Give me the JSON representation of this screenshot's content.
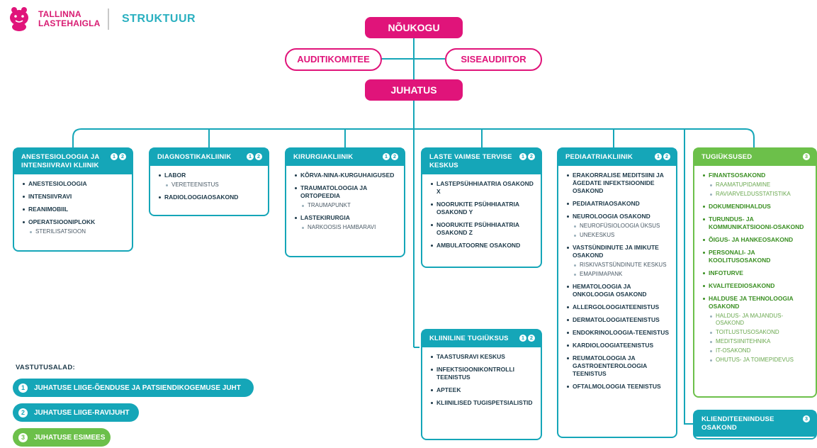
{
  "header": {
    "logo_line1": "TALLINNA",
    "logo_line2": "LASTEHAIGLA",
    "title": "STRUKTUUR"
  },
  "colors": {
    "magenta": "#e0147a",
    "teal": "#15a6b8",
    "green": "#6cc04a",
    "dark_text": "#1e3a4a"
  },
  "top": {
    "board": "NÕUKOGU",
    "audit_committee": "AUDITIKOMITEE",
    "internal_auditor": "SISEAUDIITOR",
    "management": "JUHATUS"
  },
  "clinics": [
    {
      "title": "ANESTESIOLOOGIA JA INTENSIIVRAVI KLIINIK",
      "badges": [
        "1",
        "2"
      ],
      "items": [
        {
          "label": "ANESTESIOLOOGIA",
          "subs": []
        },
        {
          "label": "INTENSIIVRAVI",
          "subs": []
        },
        {
          "label": "REANIMOBIIL",
          "subs": []
        },
        {
          "label": "OPERATSIOONIPLOKK",
          "subs": [
            "STERILISATSIOON"
          ]
        }
      ]
    },
    {
      "title": "DIAGNOSTIKAKLIINIK",
      "badges": [
        "1",
        "2"
      ],
      "items": [
        {
          "label": "LABOR",
          "subs": [
            "VERETEENISTUS"
          ]
        },
        {
          "label": "RADIOLOOGIAOSAKOND",
          "subs": []
        }
      ]
    },
    {
      "title": "KIRURGIAKLIINIK",
      "badges": [
        "1",
        "2"
      ],
      "items": [
        {
          "label": "KÕRVA-NINA-KURGUHAIGUSED",
          "subs": []
        },
        {
          "label": "TRAUMATOLOOGIA JA ORTOPEEDIA",
          "subs": [
            "TRAUMAPUNKT"
          ]
        },
        {
          "label": "LASTEKIRURGIA",
          "subs": [
            "NARKOOSIS HAMBARAVI"
          ]
        }
      ]
    },
    {
      "title": "LASTE VAIMSE TERVISE KESKUS",
      "badges": [
        "1",
        "2"
      ],
      "items": [
        {
          "label": "LASTEPSÜHHIAATRIA OSAKOND X",
          "subs": []
        },
        {
          "label": "NOORUKITE PSÜHHIAATRIA OSAKOND Y",
          "subs": []
        },
        {
          "label": "NOORUKITE PSÜHHIAATRIA OSAKOND Z",
          "subs": []
        },
        {
          "label": "AMBULATOORNE OSAKOND",
          "subs": []
        }
      ]
    },
    {
      "title": "KLIINILINE TUGIÜKSUS",
      "badges": [
        "1",
        "2"
      ],
      "items": [
        {
          "label": "TAASTUSRAVI KESKUS",
          "subs": []
        },
        {
          "label": "INFEKTSIOONIKONTROLLI TEENISTUS",
          "subs": []
        },
        {
          "label": "APTEEK",
          "subs": []
        },
        {
          "label": "KLIINILISED TUGISPETSIALISTID",
          "subs": []
        }
      ]
    },
    {
      "title": "PEDIAATRIAKLIINIK",
      "badges": [
        "1",
        "2"
      ],
      "items": [
        {
          "label": "ERAKORRALISE MEDITSIINI JA ÄGEDATE INFEKTSIOONIDE OSAKOND",
          "subs": []
        },
        {
          "label": "PEDIAATRIAOSAKOND",
          "subs": []
        },
        {
          "label": "NEUROLOOGIA OSAKOND",
          "subs": [
            "NEUROFÜSIOLOOGIA ÜKSUS",
            "UNEKESKUS"
          ]
        },
        {
          "label": "VASTSÜNDINUTE JA IMIKUTE OSAKOND",
          "subs": [
            "RISKIVASTSÜNDINUTE KESKUS",
            "EMAPIIMAPANK"
          ]
        },
        {
          "label": "HEMATOLOOGIA JA ONKOLOOGIA OSAKOND",
          "subs": []
        },
        {
          "label": "ALLERGOLOOGIATEENISTUS",
          "subs": []
        },
        {
          "label": "DERMATOLOOGIATEENISTUS",
          "subs": []
        },
        {
          "label": "ENDOKRINOLOOGIA-TEENISTUS",
          "subs": []
        },
        {
          "label": "KARDIOLOOGIATEENISTUS",
          "subs": []
        },
        {
          "label": "REUMATOLOOGIA JA GASTROENTEROLOOGIA TEENISTUS",
          "subs": []
        },
        {
          "label": "OFTALMOLOOGIA TEENISTUS",
          "subs": []
        }
      ]
    },
    {
      "title": "TUGIÜKSUSED",
      "badges": [
        "3"
      ],
      "items": [
        {
          "label": "FINANTSOSAKOND",
          "subs": [
            "RAAMATUPIDAMINE",
            "RAVIARVELDUSSTATISTIKA"
          ]
        },
        {
          "label": "DOKUMENDIHALDUS",
          "subs": []
        },
        {
          "label": "TURUNDUS- JA KOMMUNIKATSIOONI-OSAKOND",
          "subs": []
        },
        {
          "label": "ÕIGUS- JA HANKEOSAKOND",
          "subs": []
        },
        {
          "label": "PERSONALI- JA KOOLITUSOSAKOND",
          "subs": []
        },
        {
          "label": "INFOTURVE",
          "subs": []
        },
        {
          "label": "KVALITEEDIOSAKOND",
          "subs": []
        },
        {
          "label": "HALDUSE JA TEHNOLOOGIA OSAKOND",
          "subs": [
            "HALDUS- JA MAJANDUS-OSAKOND",
            "TOITLUSTUSOSAKOND",
            "MEDITSIINITEHNIKA",
            "IT-OSAKOND",
            "OHUTUS- JA TOIMEPIDEVUS"
          ]
        }
      ]
    },
    {
      "title": "KLIENDITEENINDUSE OSAKOND",
      "badges": [
        "3"
      ],
      "items": []
    }
  ],
  "legend": {
    "title": "VASTUTUSALAD:",
    "items": [
      {
        "num": "1",
        "label": "JUHATUSE LIIGE-ÕENDUSE JA PATSIENDIKOGEMUSE JUHT",
        "color": "#15a6b8"
      },
      {
        "num": "2",
        "label": "JUHATUSE LIIGE-RAVIJUHT",
        "color": "#15a6b8"
      },
      {
        "num": "3",
        "label": "JUHATUSE ESIMEES",
        "color": "#6cc04a"
      }
    ]
  }
}
